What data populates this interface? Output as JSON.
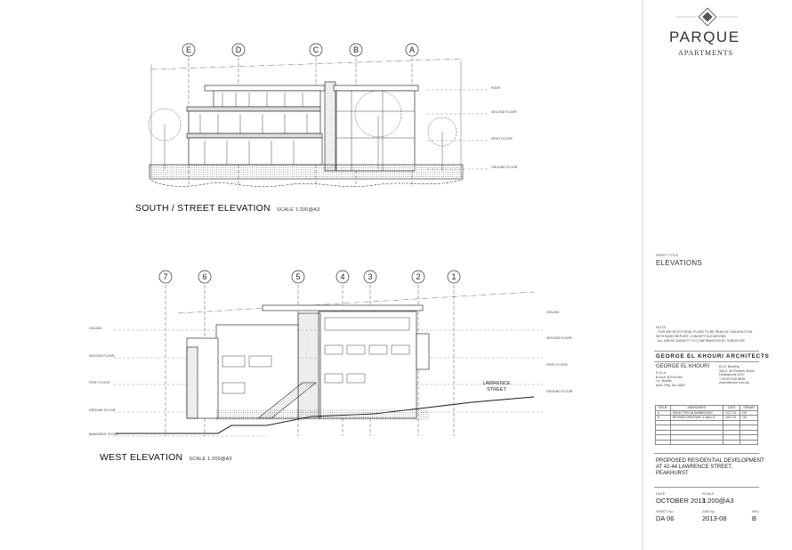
{
  "project_logo": {
    "name": "PARQUE",
    "subtitle": "APARTMENTS"
  },
  "south_elevation": {
    "title": "SOUTH / STREET ELEVATION",
    "scale_note": "SCALE 1:200@A3",
    "gridlines": [
      "E",
      "D",
      "C",
      "B",
      "A"
    ],
    "level_labels": [
      "ROOF",
      "SECOND FLOOR",
      "FIRST FLOOR",
      "GROUND FLOOR"
    ]
  },
  "west_elevation": {
    "title": "WEST ELEVATION",
    "scale_note": "SCALE 1:200@A3",
    "gridlines": [
      "7",
      "6",
      "5",
      "4",
      "3",
      "2",
      "1"
    ],
    "level_labels_left": [
      "CEILING",
      "SECOND FLOOR",
      "FIRST FLOOR",
      "GROUND FLOOR",
      "BASEMENT FLOOR"
    ],
    "level_labels_right": [
      "CEILING",
      "SECOND FLOOR",
      "FIRST FLOOR",
      "GROUND FLOOR"
    ],
    "street_label": "LAWRENCE STREET"
  },
  "title_block": {
    "sheet_title_caption": "SHEET TITLE",
    "sheet_title": "ELEVATIONS",
    "note_caption": "NOTE",
    "notes": [
      "- THIS ARCHITECTURAL PLANS TO BE READ IN CONJUNCTION WITH BASIX REPORT, CONCEPT ELEVATIONS",
      "- ALL AREAS SUBJECT TO CONFIRMATION BY SURVEYOR"
    ],
    "firm_name": "GEORGE EL KHOURI ARCHITECTS",
    "architect_name": "GEORGE EL KHOURI",
    "architect_details": [
      "R.A.I.A.",
      "B.Arch. B.Env.Des.",
      "Lic. Builder",
      "Arch. Reg. No. 6843"
    ],
    "office_details": [
      "ELLE Building",
      "Suit 5, 36 Flinders Street",
      "Darlinghurst 2010",
      "T 9029 9128 5898",
      "www.elkhouri.com.au"
    ],
    "revisions_header": [
      "ISSUE",
      "AMENDMENT",
      "DATE",
      "DRAWN"
    ],
    "revisions": [
      [
        "A",
        "ISSUE FOR DA SUBMISSION",
        "OCT 13",
        "GE"
      ],
      [
        "B",
        "REVISED DRIVEWAY & WALLS",
        "NOV 13",
        "GE"
      ]
    ],
    "project_lines": [
      "PROPOSED RESIDENTIAL DEVELOPMENT",
      "AT 42-44 LAWRENCE STREET,",
      "PEAKHURST"
    ],
    "date_caption": "DATE",
    "date": "OCTOBER 2013",
    "scale_caption": "SCALE",
    "scale": "1:200@A3",
    "sheet_no_caption": "SHEET No.",
    "sheet_no": "DA 06",
    "job_no_caption": "JOB No.",
    "job_no": "2013-08",
    "rev_caption": "REV",
    "rev": "B"
  }
}
